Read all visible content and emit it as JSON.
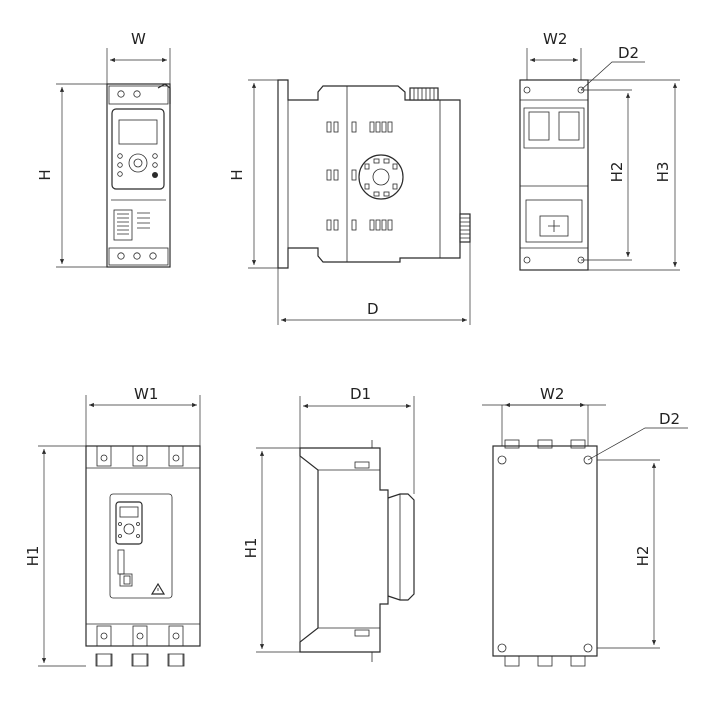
{
  "labels": {
    "W": "W",
    "H": "H",
    "D": "D",
    "W1": "W1",
    "H1": "H1",
    "D1": "D1",
    "W2": "W2",
    "H2": "H2",
    "H3": "H3",
    "D2": "D2"
  }
}
